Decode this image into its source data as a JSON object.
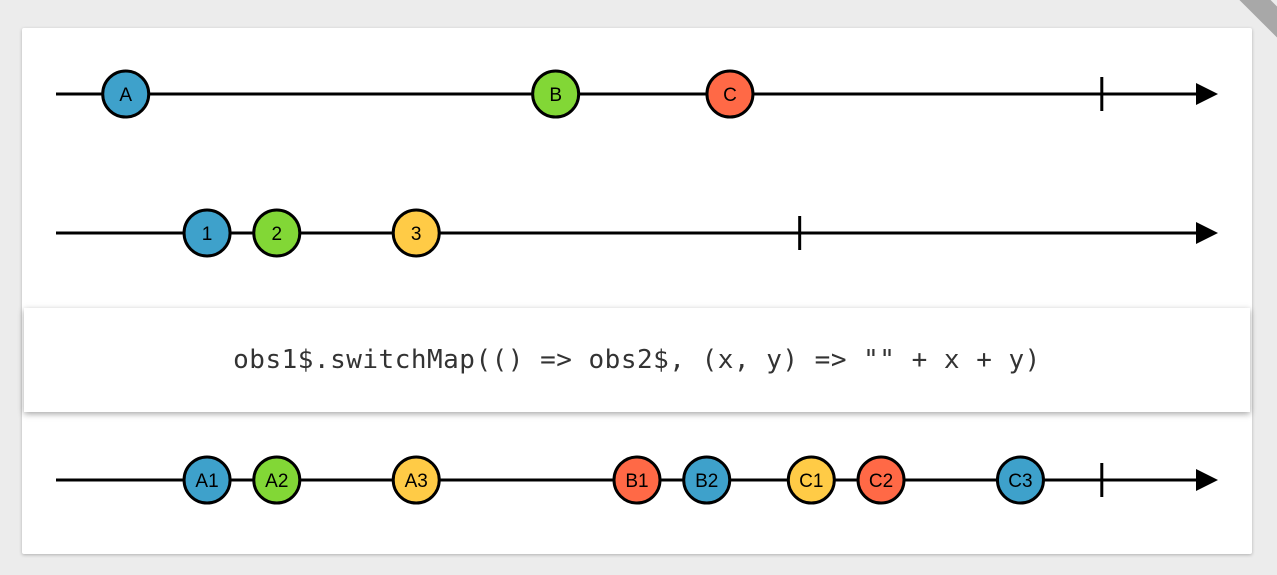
{
  "operator": {
    "text": "obs1$.switchMap(() => obs2$, (x, y) => \"\" + x + y)"
  },
  "colors": {
    "blue": "#3ea1cb",
    "green": "#82d736",
    "orange": "#ff6946",
    "yellow": "#ffcb46",
    "line": "#000000"
  },
  "timelines": [
    {
      "id": "source-1",
      "completion_time": 0.9,
      "marbles": [
        {
          "label": "A",
          "time": 0.06,
          "color": "blue"
        },
        {
          "label": "B",
          "time": 0.43,
          "color": "green"
        },
        {
          "label": "C",
          "time": 0.58,
          "color": "orange"
        }
      ]
    },
    {
      "id": "source-2",
      "completion_time": 0.64,
      "marbles": [
        {
          "label": "1",
          "time": 0.13,
          "color": "blue"
        },
        {
          "label": "2",
          "time": 0.19,
          "color": "green"
        },
        {
          "label": "3",
          "time": 0.31,
          "color": "yellow"
        }
      ]
    },
    {
      "id": "result",
      "completion_time": 0.9,
      "marbles": [
        {
          "label": "A1",
          "time": 0.13,
          "color": "blue"
        },
        {
          "label": "A2",
          "time": 0.19,
          "color": "green"
        },
        {
          "label": "A3",
          "time": 0.31,
          "color": "yellow"
        },
        {
          "label": "B1",
          "time": 0.5,
          "color": "orange"
        },
        {
          "label": "B2",
          "time": 0.56,
          "color": "blue"
        },
        {
          "label": "C1",
          "time": 0.65,
          "color": "yellow"
        },
        {
          "label": "C2",
          "time": 0.71,
          "color": "orange"
        },
        {
          "label": "C3",
          "time": 0.83,
          "color": "blue"
        }
      ]
    }
  ]
}
